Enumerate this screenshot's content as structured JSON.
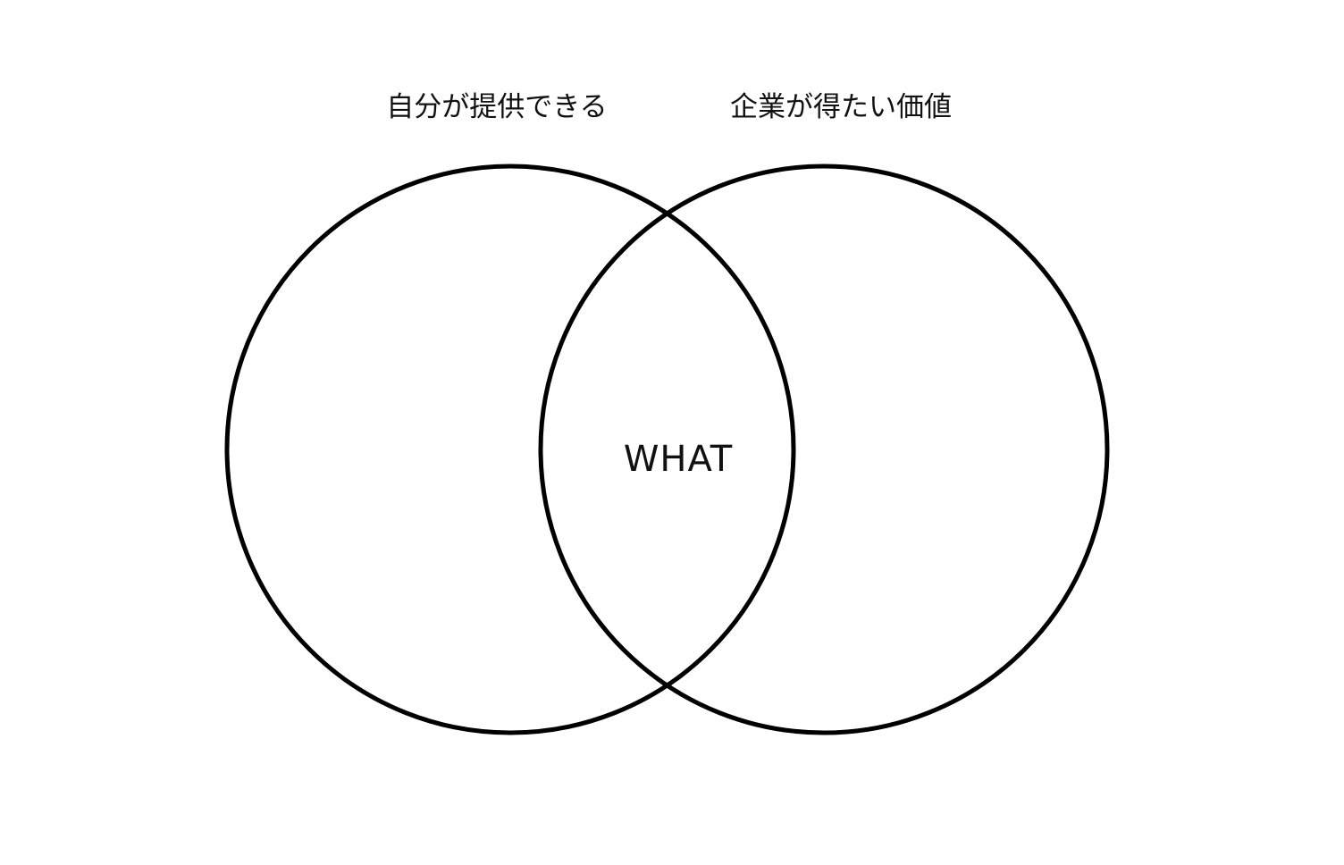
{
  "diagram": {
    "type": "venn",
    "sets": [
      {
        "label": "自分が提供できる"
      },
      {
        "label": "企業が得たい価値"
      }
    ],
    "intersection": {
      "label": "WHAT"
    },
    "colors": {
      "stroke": "#000000",
      "fill": "none",
      "text": "#111111",
      "background": "#ffffff"
    }
  }
}
